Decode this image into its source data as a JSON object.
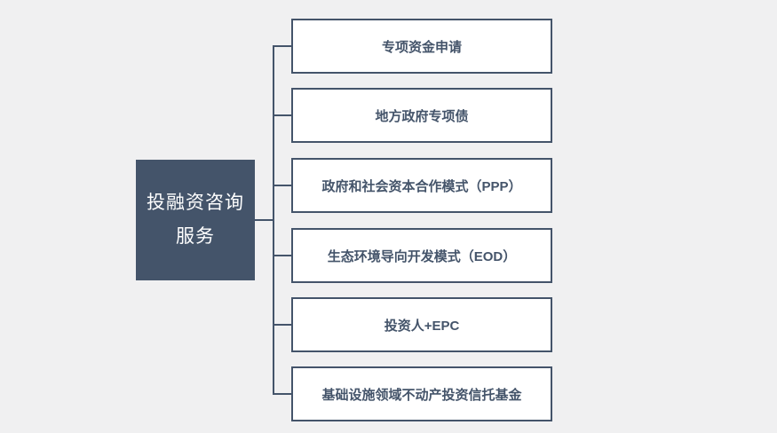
{
  "root": {
    "label": "投融资咨询服务",
    "lines": [
      "投融资咨询",
      "服务"
    ]
  },
  "branches": [
    {
      "label": "专项资金申请"
    },
    {
      "label": "地方政府专项债"
    },
    {
      "label": "政府和社会资本合作模式（PPP）"
    },
    {
      "label": "生态环境导向开发模式（EOD）"
    },
    {
      "label": "投资人+EPC"
    },
    {
      "label": "基础设施领域不动产投资信托基金"
    }
  ],
  "colors": {
    "background": "#f0f0f1",
    "node_fill": "#44546a",
    "node_text": "#ffffff",
    "box_fill": "#ffffff",
    "box_border": "#44546a",
    "box_text": "#44546a",
    "connector": "#44546a"
  }
}
